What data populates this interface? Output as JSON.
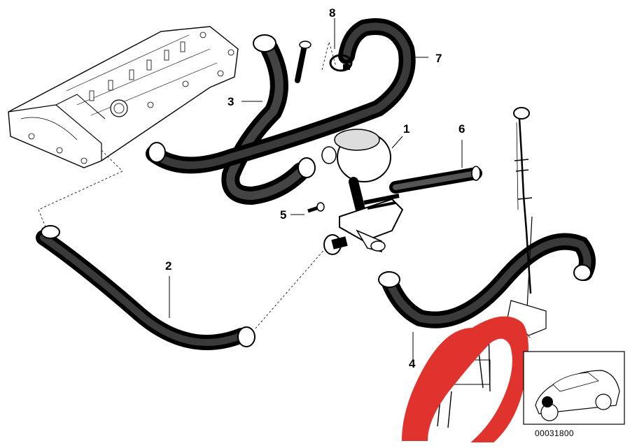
{
  "diagram": {
    "callouts": [
      {
        "id": "1",
        "label": "1"
      },
      {
        "id": "2",
        "label": "2"
      },
      {
        "id": "3",
        "label": "3"
      },
      {
        "id": "4",
        "label": "4"
      },
      {
        "id": "5",
        "label": "5"
      },
      {
        "id": "6",
        "label": "6"
      },
      {
        "id": "7",
        "label": "7"
      },
      {
        "id": "8",
        "label": "8"
      }
    ],
    "reference_code": "00031800",
    "annotation_color": "#e0332e",
    "hose_color": "#1a1a1a"
  }
}
